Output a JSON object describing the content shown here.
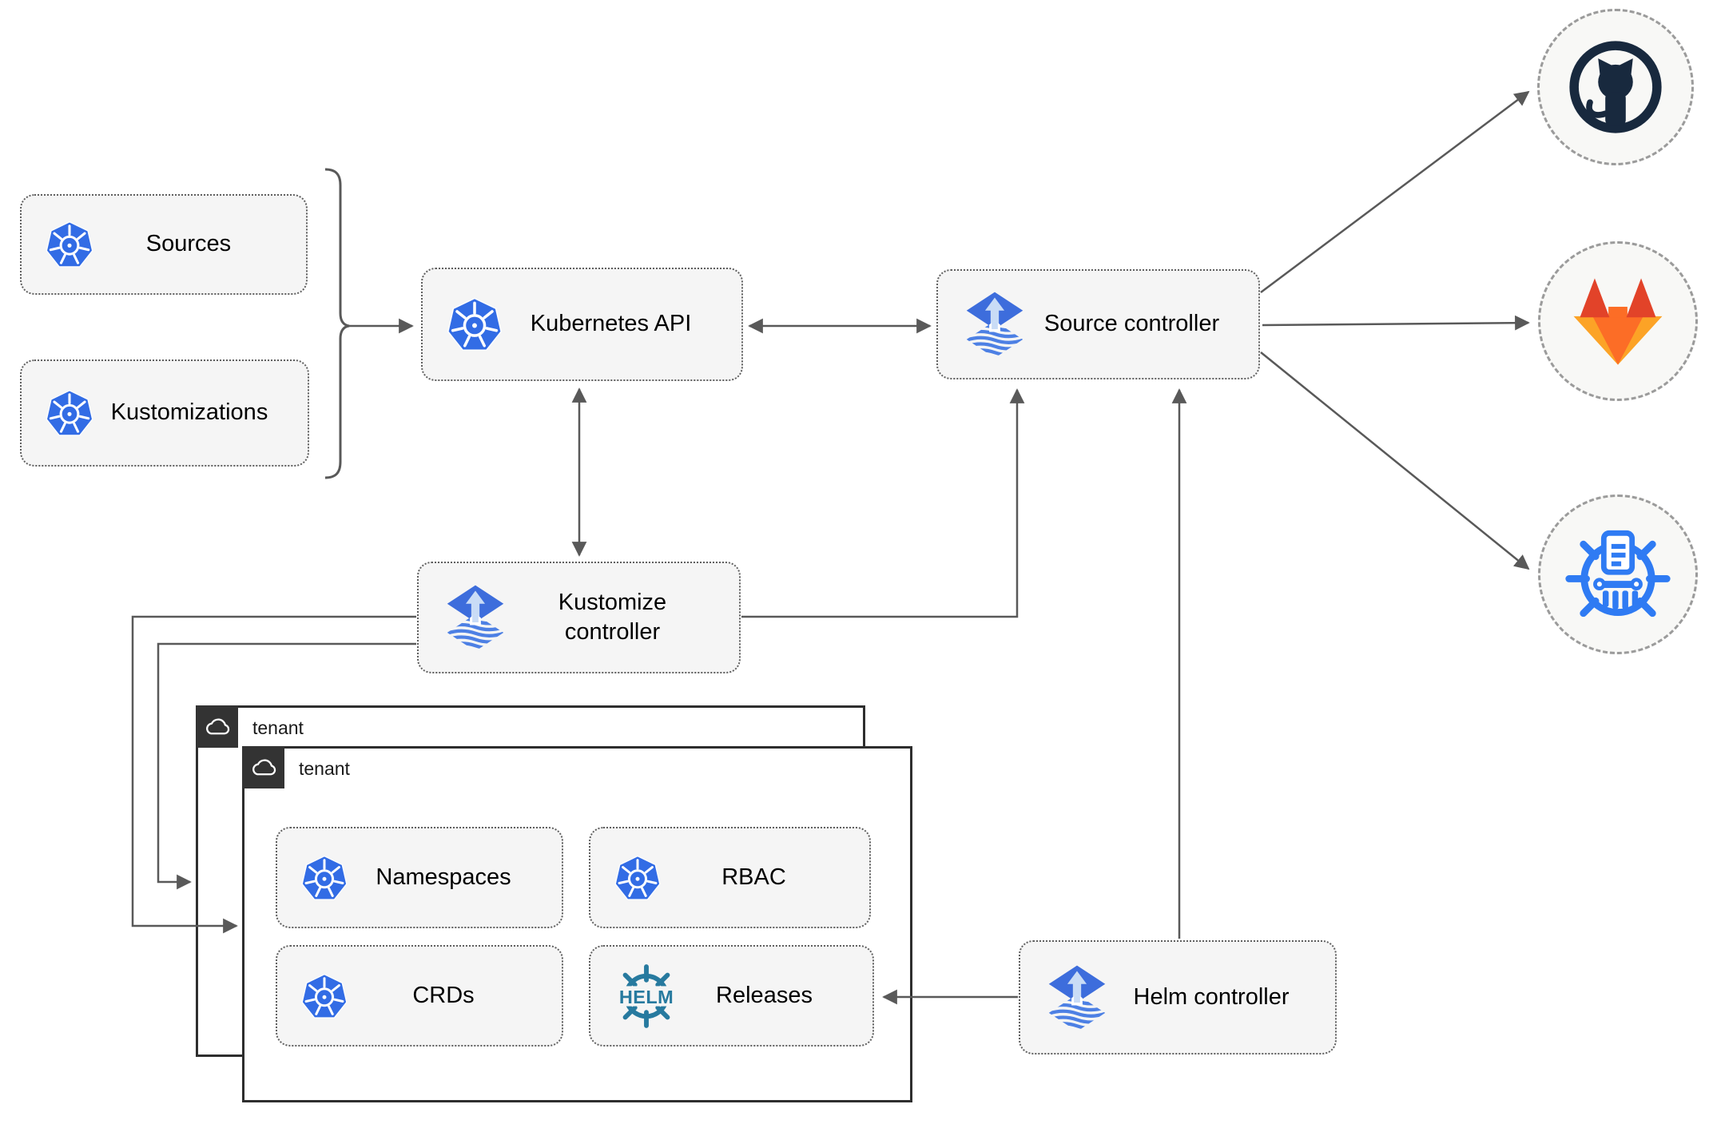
{
  "nodes": {
    "sources": {
      "label": "Sources"
    },
    "kustomizations": {
      "label": "Kustomizations"
    },
    "kubernetes_api": {
      "label": "Kubernetes API"
    },
    "source_controller": {
      "label": "Source controller"
    },
    "kustomize_controller": {
      "label": "Kustomize controller"
    },
    "helm_controller": {
      "label": "Helm controller"
    },
    "tenant_outer": {
      "label": "tenant"
    },
    "tenant_inner": {
      "label": "tenant"
    },
    "namespaces": {
      "label": "Namespaces"
    },
    "rbac": {
      "label": "RBAC"
    },
    "crds": {
      "label": "CRDs"
    },
    "releases": {
      "label": "Releases"
    }
  },
  "logos": {
    "helm_text": "HELM"
  },
  "endpoints": {
    "git_provider_1": "github-icon",
    "git_provider_2": "gitlab-icon",
    "registry": "chartmuseum-icon"
  },
  "icons": [
    "kubernetes-icon",
    "flux-icon",
    "helm-icon",
    "github-icon",
    "gitlab-icon",
    "chartmuseum-icon",
    "cloud-icon"
  ],
  "colors": {
    "kubernetes_blue": "#326CE5",
    "flux_blue": "#3D6DDC",
    "flux_arrow_light": "#C9DCF6",
    "helm_teal": "#277A9F",
    "github_dark": "#18293E",
    "gitlab_red": "#E24329",
    "gitlab_orange": "#FC6D26",
    "gitlab_light": "#FCA326",
    "chartmuseum_blue": "#2F7BF3",
    "connector_gray": "#595959",
    "node_fill": "#F5F5F5",
    "tenant_border": "#2E2E2E",
    "badge_fill": "#333333"
  }
}
